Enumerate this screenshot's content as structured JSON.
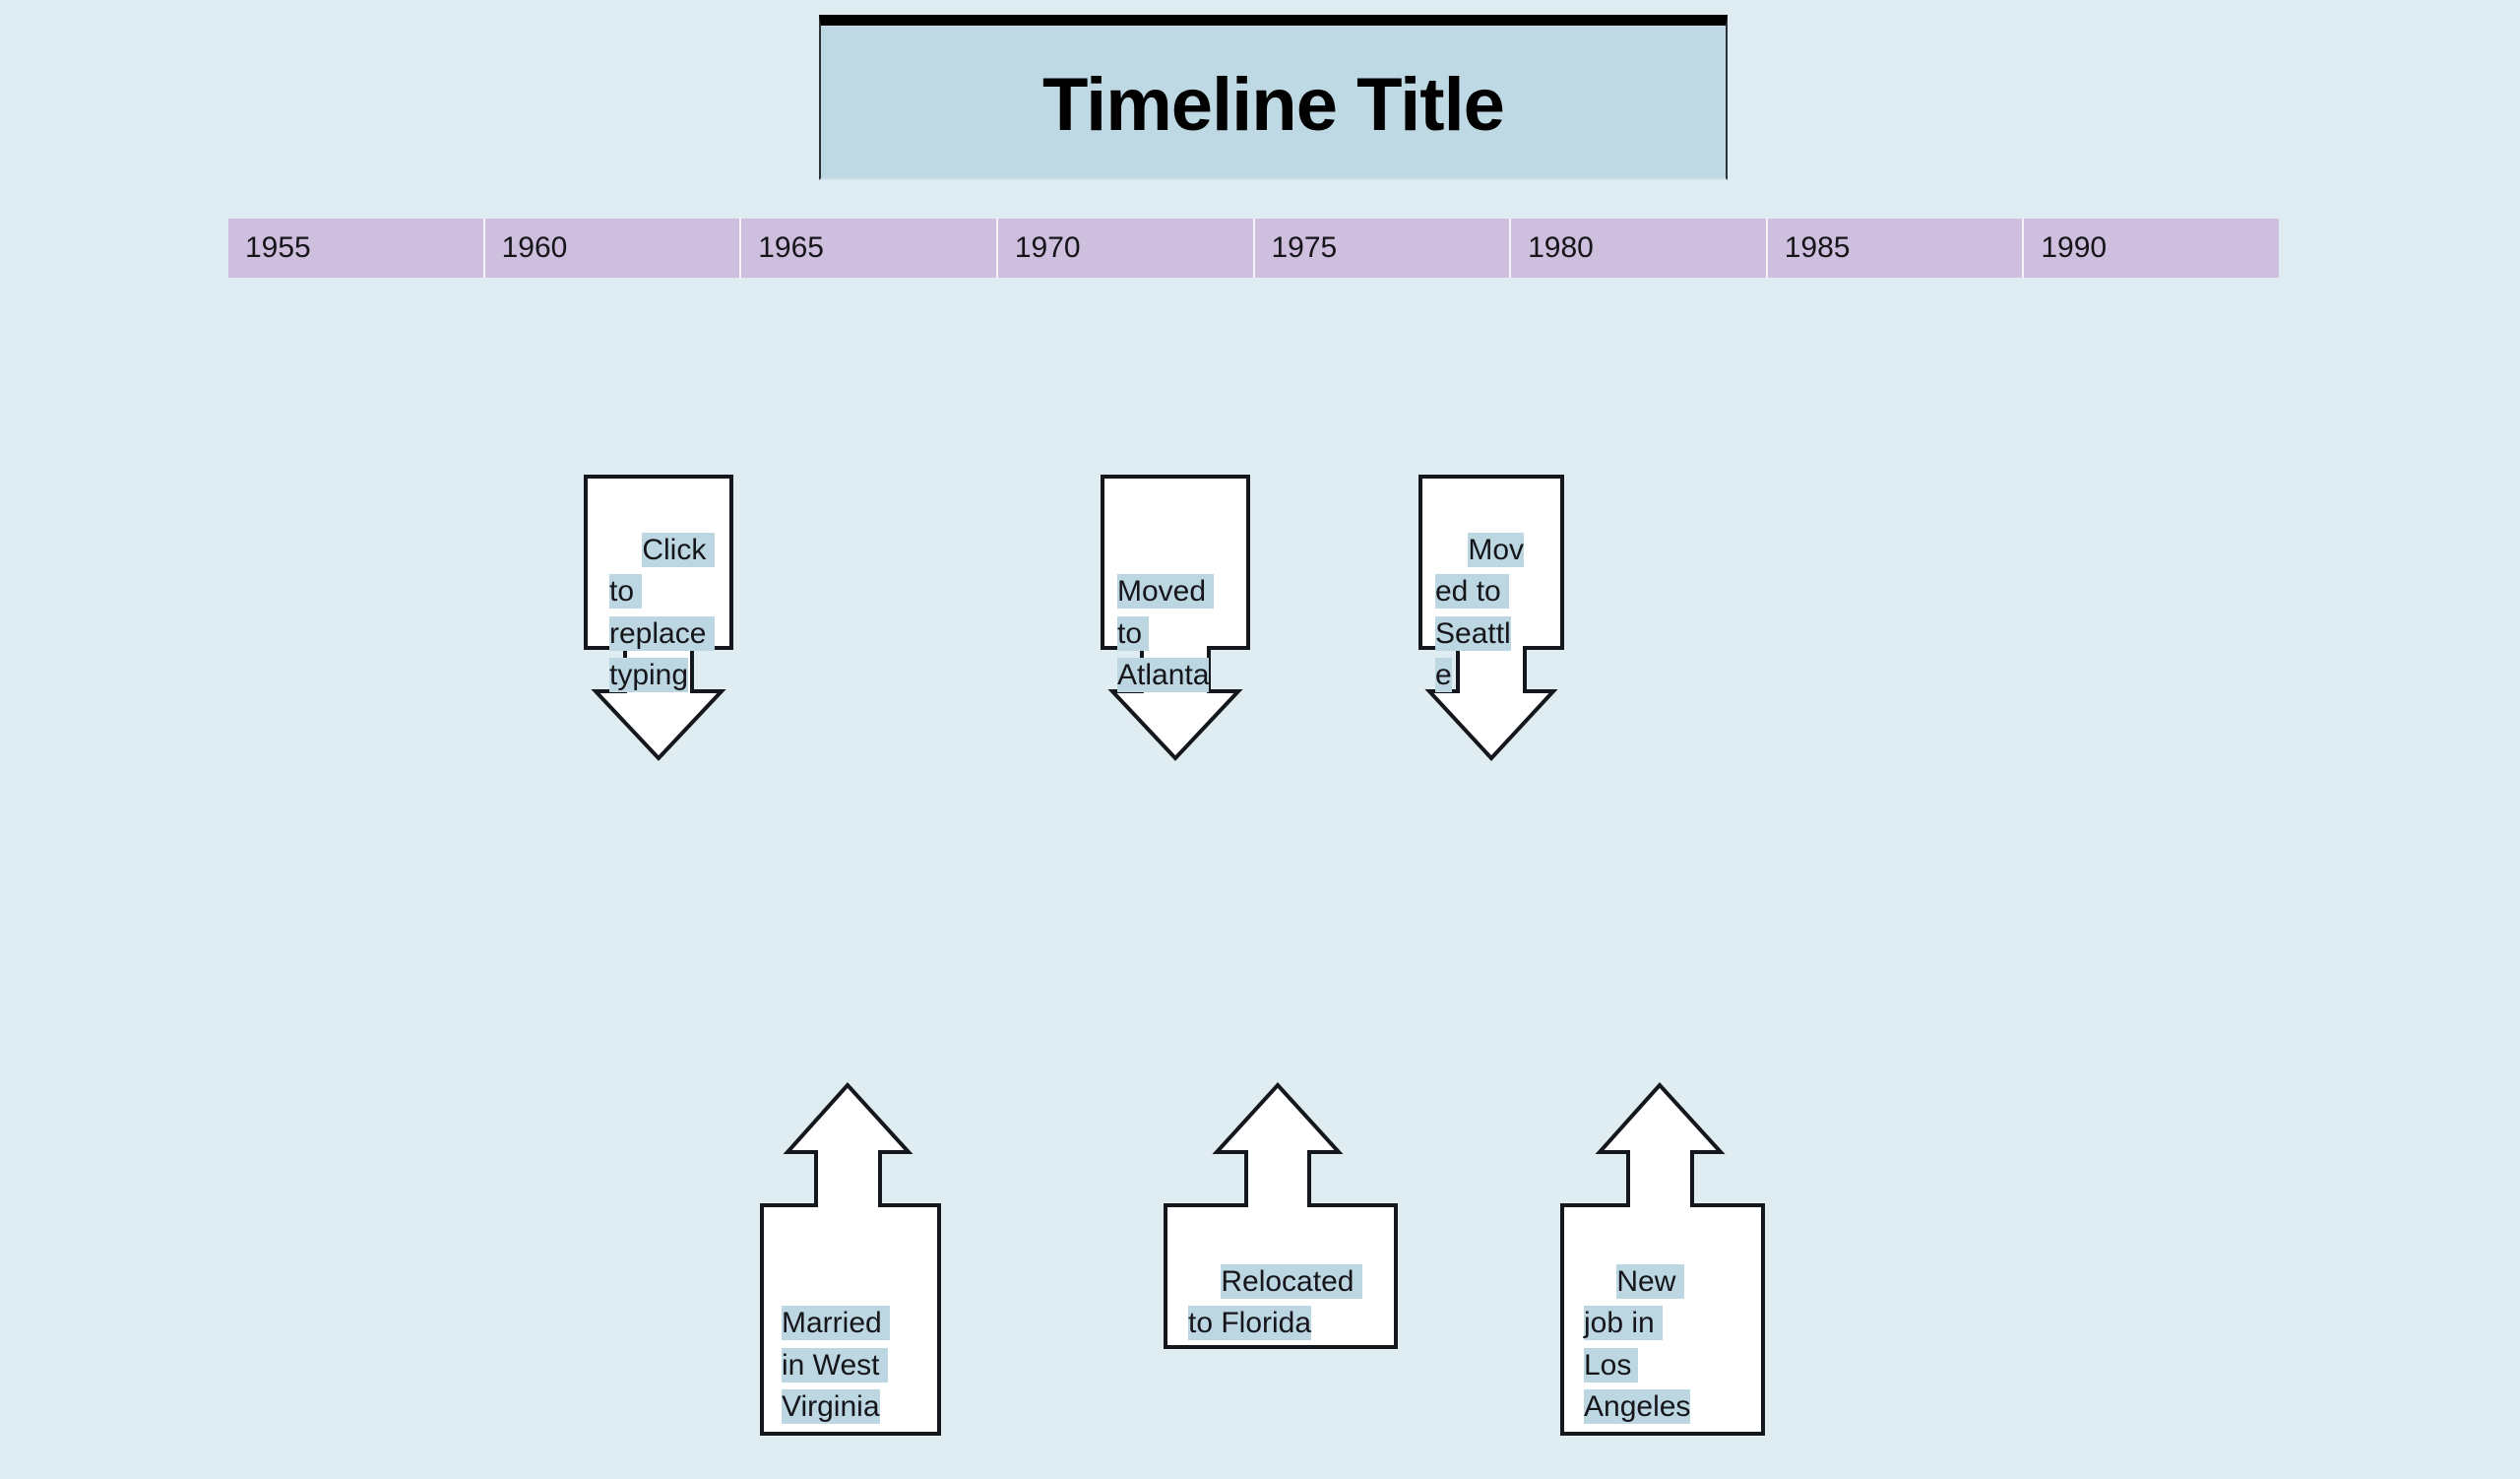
{
  "title": {
    "text": "Timeline Title"
  },
  "ruler": {
    "years": [
      "1955",
      "1960",
      "1965",
      "1970",
      "1975",
      "1980",
      "1985",
      "1990"
    ]
  },
  "callouts": {
    "above": [
      {
        "text": "Click to replace typing",
        "placeholder": true
      },
      {
        "text": "Moved to Atlanta",
        "placeholder": false
      },
      {
        "text": "Moved to Seattle",
        "placeholder": false
      }
    ],
    "below": [
      {
        "text": "Married in West Virginia",
        "placeholder": false
      },
      {
        "text": "Relocated to Florida",
        "placeholder": false
      },
      {
        "text": "New job in Los Angeles",
        "placeholder": false
      }
    ]
  },
  "colors": {
    "background": "#dfecf1",
    "title_fill": "#bed9e3",
    "ruler_fill": "#cdbfdd",
    "ruler_divider": "#f4f4f8",
    "callout_fill": "#ffffff",
    "callout_stroke": "#14181c",
    "text_highlight": "#bcd7e2",
    "text": "#15151a"
  }
}
